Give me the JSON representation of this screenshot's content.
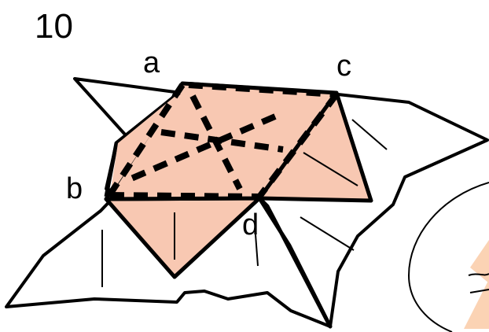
{
  "figure": {
    "step_number": "10",
    "point_labels": {
      "a": "a",
      "b": "b",
      "c": "c",
      "d": "d"
    }
  },
  "colors": {
    "fill": "#f8c8b2",
    "accent_peach": "#fbd3b4",
    "line": "#000000",
    "background": "#ffffff"
  }
}
